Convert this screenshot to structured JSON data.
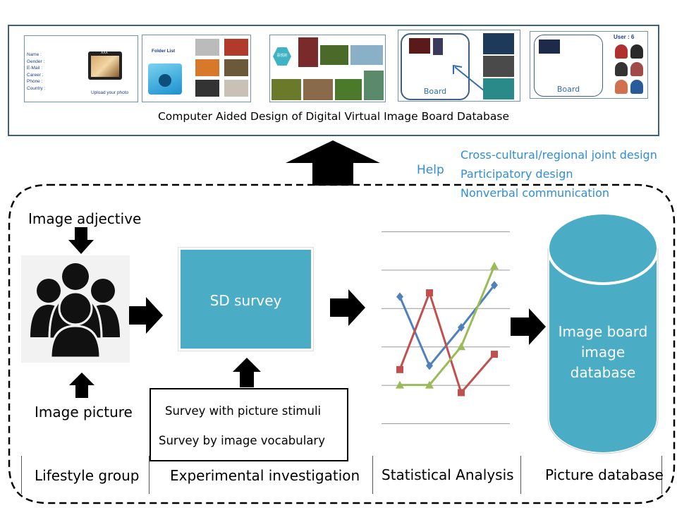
{
  "top_panel": {
    "title": "Computer Aided Design of Digital Virtual Image Board Database",
    "profile_form": {
      "fields": [
        "Name :",
        "Gender :",
        "E-Mail :",
        "Career :",
        "Phone :",
        "Country :"
      ],
      "upload_label": "Upload your photo",
      "frame_tag": "XXX"
    },
    "folder_list": {
      "title": "Folder List"
    },
    "image_grid": {
      "badge": "喜悦的"
    },
    "board_left": {
      "label": "Board"
    },
    "board_right": {
      "label": "Board",
      "user_label": "User : 6"
    }
  },
  "help": {
    "label": "Help",
    "items": [
      "Cross-cultural/regional joint design",
      "Participatory design",
      "Nonverbal communication"
    ]
  },
  "lifestyle": {
    "adjective_label": "Image adjective",
    "picture_label": "Image picture"
  },
  "survey": {
    "box_label": "SD survey",
    "methods": [
      "Survey with picture stimuli",
      "Survey by image vocabulary"
    ]
  },
  "database": {
    "label_lines": [
      "Image board",
      "image",
      "database"
    ]
  },
  "stages": [
    "Lifestyle group",
    "Experimental investigation",
    "Statistical Analysis",
    "Picture database"
  ],
  "colors": {
    "frame": "#3f5f85",
    "teal": "#4bacc6",
    "help_text": "#2f8ed6",
    "series_red": "#c0504d",
    "series_blue": "#4f81bd",
    "series_green": "#9bbb59"
  },
  "icons": [
    "user-group-icon",
    "arrow-up-icon",
    "arrow-down-icon",
    "arrow-right-icon",
    "database-cylinder-icon"
  ],
  "chart_data": {
    "type": "line",
    "title": "",
    "xlabel": "",
    "ylabel": "",
    "grid": true,
    "ylim": [
      0,
      5
    ],
    "x": [
      1,
      2,
      3,
      4,
      5
    ],
    "series": [
      {
        "color": "#4f81bd",
        "values": [
          3.3,
          1.5,
          2.5,
          3.6,
          null
        ]
      },
      {
        "color": "#c0504d",
        "values": [
          1.4,
          3.4,
          0.8,
          1.8,
          null
        ]
      },
      {
        "color": "#9bbb59",
        "values": [
          1.0,
          1.0,
          2.0,
          4.1,
          null
        ]
      }
    ]
  }
}
